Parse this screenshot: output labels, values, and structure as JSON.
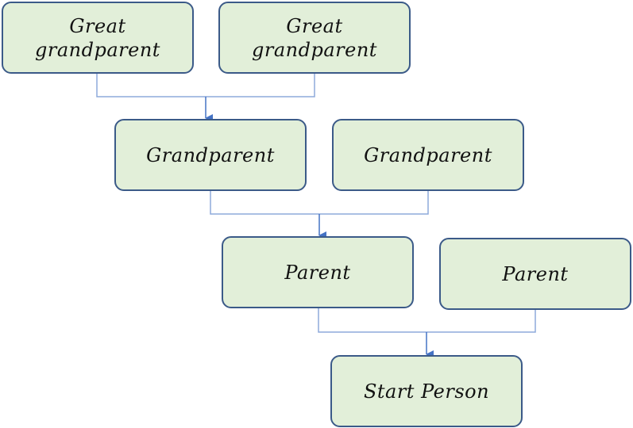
{
  "diagram": {
    "nodes": [
      {
        "id": "gg1",
        "label": "Great\ngrandparent"
      },
      {
        "id": "gg2",
        "label": "Great\ngrandparent"
      },
      {
        "id": "g1",
        "label": "Grandparent"
      },
      {
        "id": "g2",
        "label": "Grandparent"
      },
      {
        "id": "p1",
        "label": "Parent"
      },
      {
        "id": "p2",
        "label": "Parent"
      },
      {
        "id": "sp",
        "label": "Start Person"
      }
    ],
    "edges": [
      {
        "from": [
          "gg1",
          "gg2"
        ],
        "to": "g1"
      },
      {
        "from": [
          "g1",
          "g2"
        ],
        "to": "p1"
      },
      {
        "from": [
          "p1",
          "p2"
        ],
        "to": "sp"
      }
    ],
    "colors": {
      "node_fill": "#e2efd9",
      "node_border": "#3b5a88",
      "connector": "#4472c4",
      "text": "#111111"
    }
  }
}
